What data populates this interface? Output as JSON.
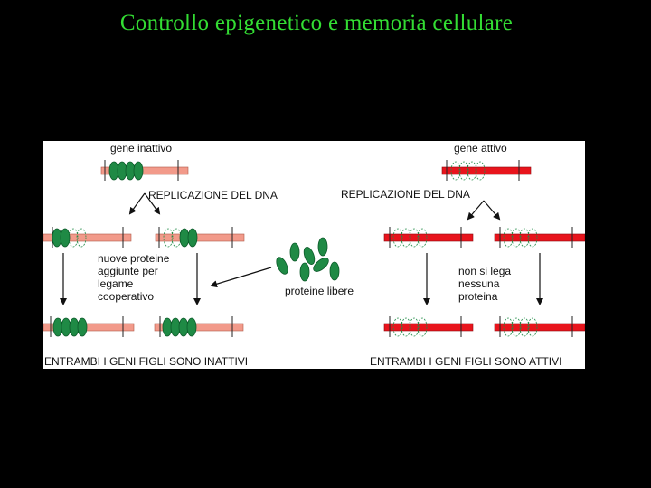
{
  "slide": {
    "title": "Controllo epigenetico e memoria cellulare"
  },
  "diagram": {
    "left": {
      "header": "gene inattivo",
      "replication": "REPLICAZIONE DEL DNA",
      "note_lines": [
        "nuove proteine",
        "aggiunte per",
        "legame",
        "cooperativo"
      ],
      "footer": "ENTRAMBI I GENI FIGLI SONO INATTIVI"
    },
    "center": {
      "free_proteins": "proteine libere"
    },
    "right": {
      "header": "gene attivo",
      "replication": "REPLICAZIONE DEL DNA",
      "note_lines": [
        "non si lega",
        "nessuna",
        "proteina"
      ],
      "footer": "ENTRAMBI I GENI FIGLI SONO ATTIVI"
    },
    "colors": {
      "inactive_dna": "#f29a8a",
      "active_dna": "#e8141c",
      "protein_fill": "#1f8a45",
      "protein_outline": "#0d5a2a",
      "title_green": "#33dd33"
    }
  }
}
